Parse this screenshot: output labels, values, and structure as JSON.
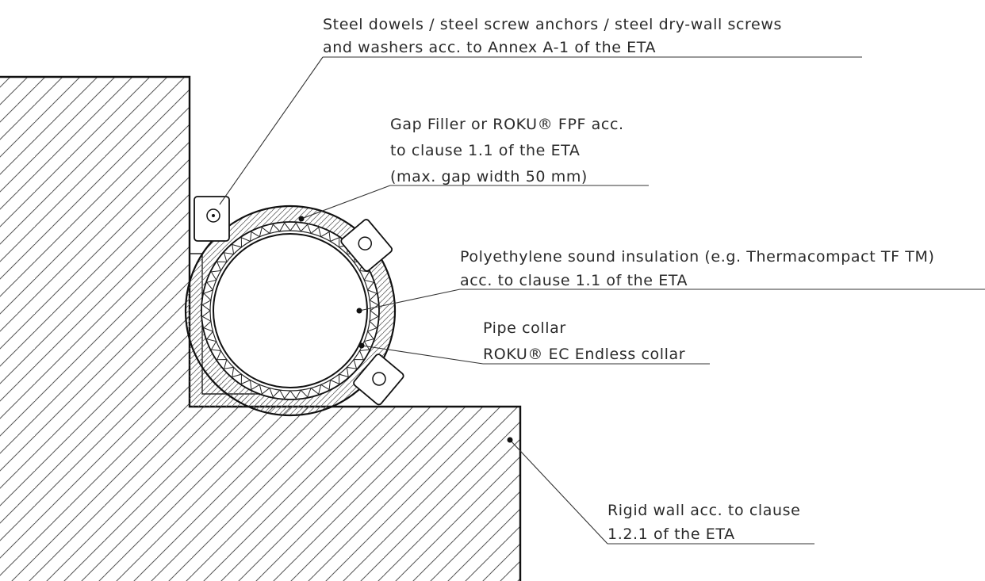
{
  "labels": {
    "anchors": {
      "line1": "Steel dowels / steel screw anchors / steel dry-wall screws",
      "line2": "and washers acc. to Annex A-1 of the ETA"
    },
    "gap_filler": {
      "line1": "Gap Filler or ROKU® FPF acc.",
      "line2": "to clause 1.1 of the ETA",
      "line3": "(max. gap width 50 mm)"
    },
    "sound_insulation": {
      "line1": "Polyethylene sound insulation (e.g. Thermacompact TF TM)",
      "line2": "acc. to clause 1.1 of the ETA"
    },
    "pipe_collar": {
      "line1": "Pipe collar",
      "line2": "ROKU® EC Endless collar"
    },
    "rigid_wall": {
      "line1": "Rigid wall acc. to clause",
      "line2": "1.2.1 of the ETA"
    }
  },
  "colors": {
    "line": "#111111",
    "hatch": "#555555",
    "text": "#2a2a2a"
  }
}
